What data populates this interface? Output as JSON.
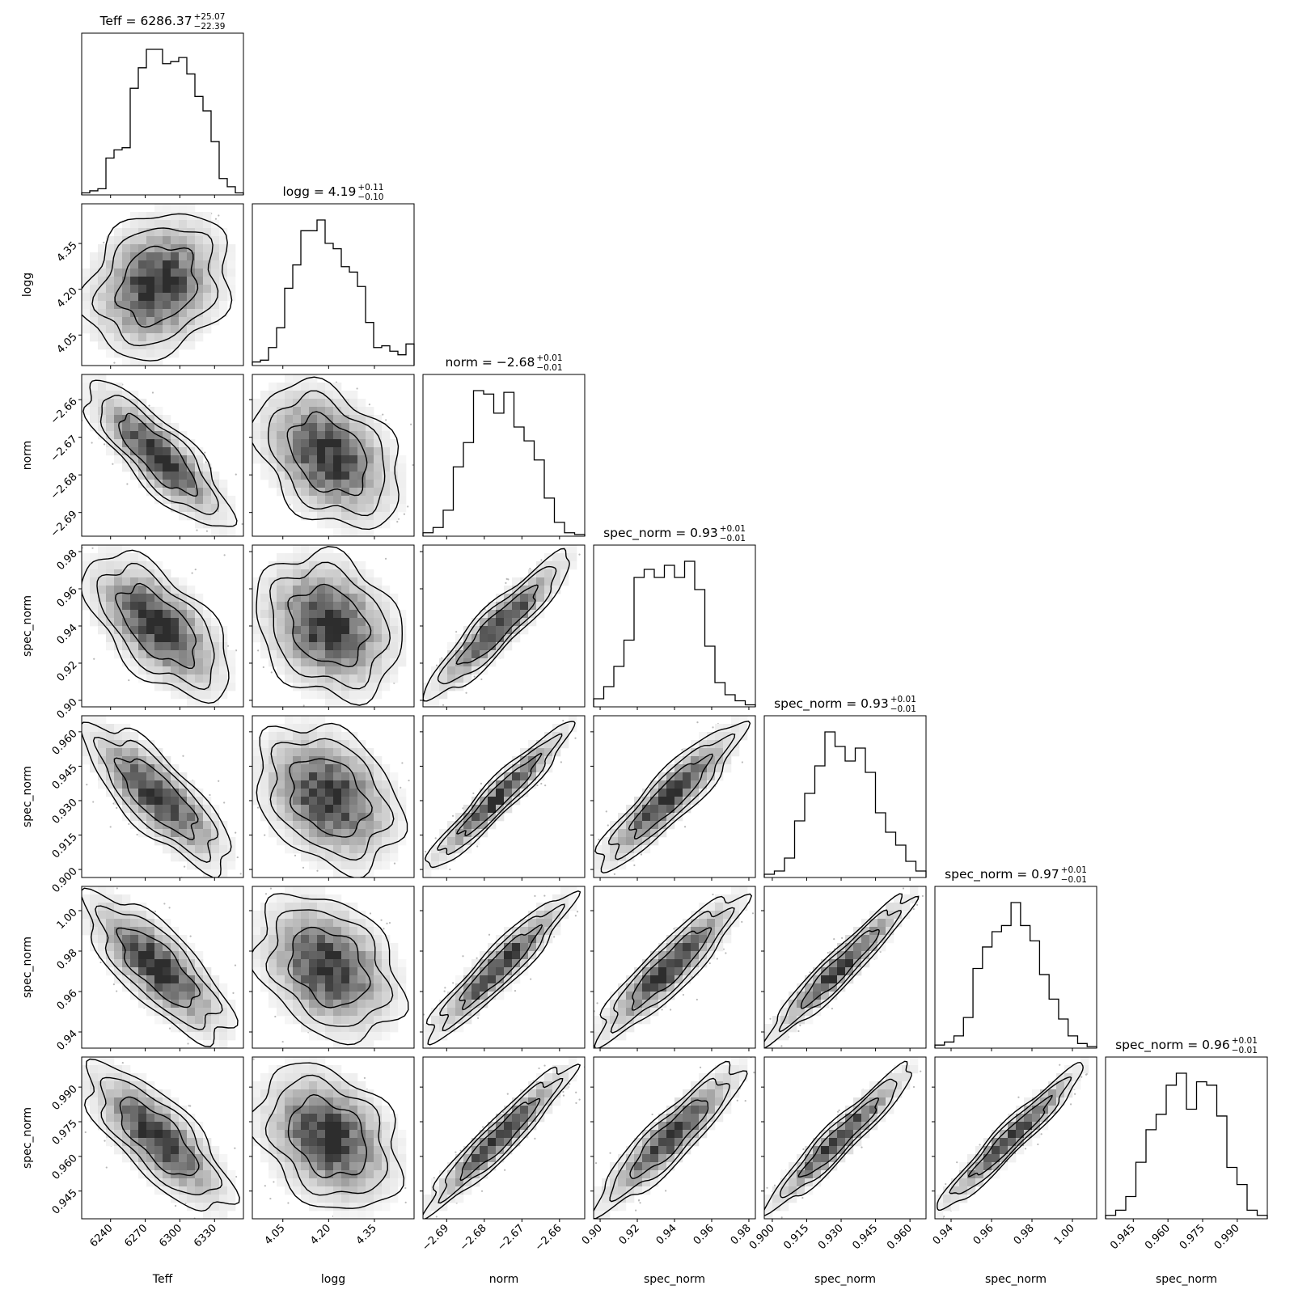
{
  "chart_data": {
    "type": "corner",
    "parameters": [
      {
        "label": "Teff",
        "median": 6286.37,
        "plus": "25.07",
        "minus": "22.39",
        "title_value": "6286.37",
        "range": [
          6215,
          6355
        ],
        "ticks": [
          6240,
          6270,
          6300,
          6330
        ],
        "tick_labels": [
          "6240",
          "6270",
          "6300",
          "6330"
        ],
        "hist": [
          1,
          2,
          3,
          18,
          22,
          23,
          52,
          62,
          71,
          71,
          64,
          65,
          67,
          59,
          48,
          41,
          26,
          8,
          4,
          1
        ]
      },
      {
        "label": "logg",
        "median": 4.19,
        "plus": "0.11",
        "minus": "0.10",
        "title_value": "4.19",
        "range": [
          3.95,
          4.48
        ],
        "ticks": [
          4.05,
          4.2,
          4.35
        ],
        "tick_labels": [
          "4.05",
          "4.20",
          "4.35"
        ],
        "hist": [
          2,
          3,
          10,
          21,
          43,
          56,
          75,
          75,
          81,
          68,
          65,
          55,
          52,
          44,
          24,
          10,
          11,
          8,
          6,
          12
        ]
      },
      {
        "label": "norm",
        "median": -2.68,
        "plus": "0.01",
        "minus": "0.01",
        "title_value": "−2.68",
        "range": [
          -2.6963,
          -2.6533
        ],
        "ticks": [
          -2.69,
          -2.68,
          -2.67,
          -2.66
        ],
        "tick_labels": [
          "−2.69",
          "−2.68",
          "−2.67",
          "−2.66"
        ],
        "hist": [
          2,
          5,
          15,
          40,
          54,
          84,
          82,
          71,
          83,
          63,
          55,
          44,
          22,
          8,
          2,
          1
        ]
      },
      {
        "label": "spec_norm",
        "median": 0.93,
        "plus": "0.01",
        "minus": "0.01",
        "title_value": "0.93",
        "range": [
          0.8965,
          0.9835
        ],
        "ticks": [
          0.9,
          0.92,
          0.94,
          0.96,
          0.98
        ],
        "tick_labels": [
          "0.90",
          "0.92",
          "0.94",
          "0.96",
          "0.98"
        ],
        "hist": [
          4,
          10,
          20,
          33,
          64,
          68,
          64,
          70,
          64,
          72,
          58,
          30,
          12,
          6,
          3,
          1
        ]
      },
      {
        "label": "spec_norm",
        "median": 0.93,
        "plus": "0.01",
        "minus": "0.01",
        "title_value": "0.93",
        "range": [
          0.8965,
          0.967
        ],
        "ticks": [
          0.9,
          0.915,
          0.93,
          0.945,
          0.96
        ],
        "tick_labels": [
          "0.900",
          "0.915",
          "0.930",
          "0.945",
          "0.960"
        ],
        "hist": [
          2,
          4,
          12,
          35,
          52,
          69,
          90,
          81,
          72,
          80,
          65,
          40,
          28,
          20,
          10,
          4
        ]
      },
      {
        "label": "spec_norm",
        "median": 0.97,
        "plus": "0.01",
        "minus": "0.01",
        "title_value": "0.97",
        "range": [
          0.932,
          1.012
        ],
        "ticks": [
          0.94,
          0.96,
          0.98,
          1.0
        ],
        "tick_labels": [
          "0.94",
          "0.96",
          "0.98",
          "1.00"
        ],
        "hist": [
          2,
          4,
          8,
          20,
          52,
          66,
          76,
          80,
          95,
          80,
          70,
          48,
          32,
          19,
          8,
          3,
          1
        ]
      },
      {
        "label": "spec_norm",
        "median": 0.96,
        "plus": "0.01",
        "minus": "0.01",
        "title_value": "0.96",
        "range": [
          0.933,
          1.003
        ],
        "ticks": [
          0.945,
          0.96,
          0.975,
          0.99
        ],
        "tick_labels": [
          "0.945",
          "0.960",
          "0.975",
          "0.990"
        ],
        "hist": [
          2,
          5,
          13,
          33,
          52,
          61,
          78,
          85,
          64,
          80,
          78,
          60,
          30,
          20,
          5,
          2
        ]
      }
    ],
    "correlations": [
      [
        1.0,
        0.2,
        -0.82,
        -0.6,
        -0.78,
        -0.75,
        -0.75
      ],
      [
        0.2,
        1.0,
        -0.35,
        -0.2,
        -0.3,
        -0.3,
        -0.3
      ],
      [
        -0.82,
        -0.35,
        1.0,
        0.92,
        0.95,
        0.93,
        0.94
      ],
      [
        -0.6,
        -0.2,
        0.92,
        1.0,
        0.9,
        0.9,
        0.9
      ],
      [
        -0.78,
        -0.3,
        0.95,
        0.9,
        1.0,
        0.95,
        0.95
      ],
      [
        -0.75,
        -0.3,
        0.93,
        0.9,
        0.95,
        1.0,
        0.96
      ],
      [
        -0.75,
        -0.3,
        0.94,
        0.9,
        0.95,
        0.96,
        1.0
      ]
    ],
    "grid": false,
    "legend": "none"
  }
}
